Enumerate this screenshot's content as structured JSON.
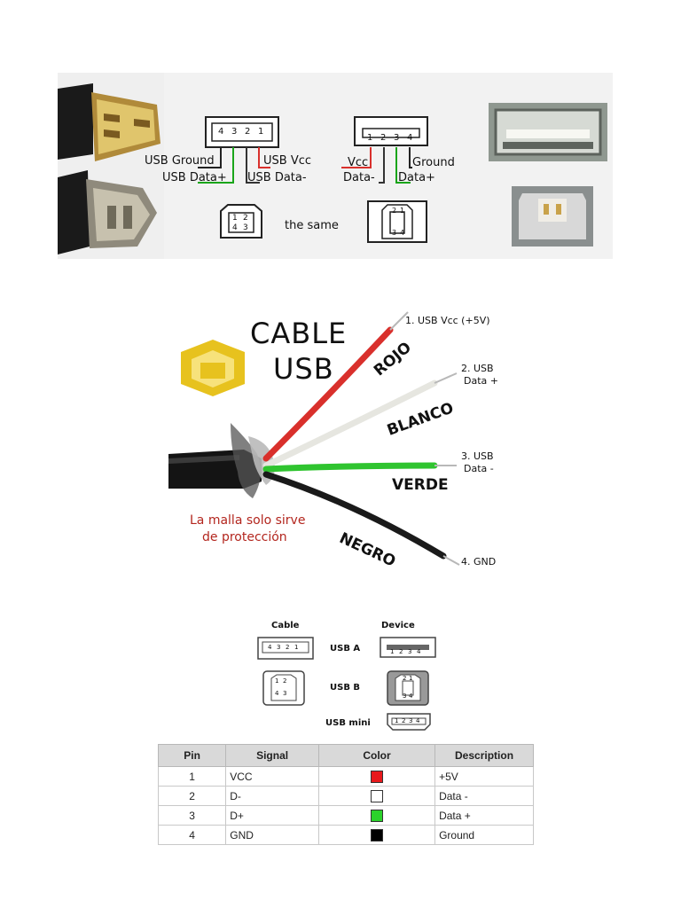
{
  "pinout_diagram": {
    "labels": {
      "usb_ground": "USB Ground",
      "usb_data_plus": "USB Data+",
      "usb_vcc": "USB Vcc",
      "usb_data_minus": "USB Data-",
      "vcc": "Vcc",
      "ground": "Ground",
      "data_minus": "Data-",
      "data_plus": "Data+",
      "the_same": "the same"
    },
    "plug_a_pins": [
      "4",
      "3",
      "2",
      "1"
    ],
    "socket_a_pins": [
      "1",
      "2",
      "3",
      "4"
    ],
    "type_b_plug_pins": [
      "1",
      "2",
      "4",
      "3"
    ],
    "type_b_socket_pins": [
      "2",
      "1",
      "3",
      "4"
    ]
  },
  "cable_photo": {
    "title_line1": "CABLE",
    "title_line2": "USB",
    "wire_colors": [
      "ROJO",
      "BLANCO",
      "VERDE",
      "NEGRO"
    ],
    "pin_labels": [
      {
        "line1": "1. USB Vcc (+5V)",
        "line2": ""
      },
      {
        "line1": "2. USB",
        "line2": "Data +"
      },
      {
        "line1": "3. USB",
        "line2": "Data -"
      },
      {
        "line1": "4. GND",
        "line2": ""
      }
    ],
    "note_line1": "La malla solo sirve",
    "note_line2": "de protección",
    "colors": {
      "red": "#d9302c",
      "white": "#e6e6e0",
      "green": "#2fc42f",
      "black": "#1a1a1a",
      "note": "#b3261e",
      "logo": "#e7c21e"
    }
  },
  "connector_types": {
    "header_cable": "Cable",
    "header_device": "Device",
    "rows": [
      "USB A",
      "USB B",
      "USB mini"
    ],
    "a_cable_pins": [
      "4",
      "3",
      "2",
      "1"
    ],
    "a_device_pins": [
      "1",
      "2",
      "3",
      "4"
    ],
    "b_cable_pins": [
      "1",
      "2",
      "4",
      "3"
    ],
    "b_device_pins": [
      "2",
      "1",
      "3",
      "4"
    ],
    "mini_pins": [
      "1",
      "2",
      "3",
      "4"
    ]
  },
  "pin_table": {
    "headers": [
      "Pin",
      "Signal",
      "Color",
      "Description"
    ],
    "rows": [
      {
        "pin": "1",
        "signal": "VCC",
        "color": "#e8191c",
        "description": "+5V"
      },
      {
        "pin": "2",
        "signal": "D-",
        "color": "#ffffff",
        "description": "Data -"
      },
      {
        "pin": "3",
        "signal": "D+",
        "color": "#2bd22b",
        "description": "Data +"
      },
      {
        "pin": "4",
        "signal": "GND",
        "color": "#000000",
        "description": "Ground"
      }
    ]
  }
}
